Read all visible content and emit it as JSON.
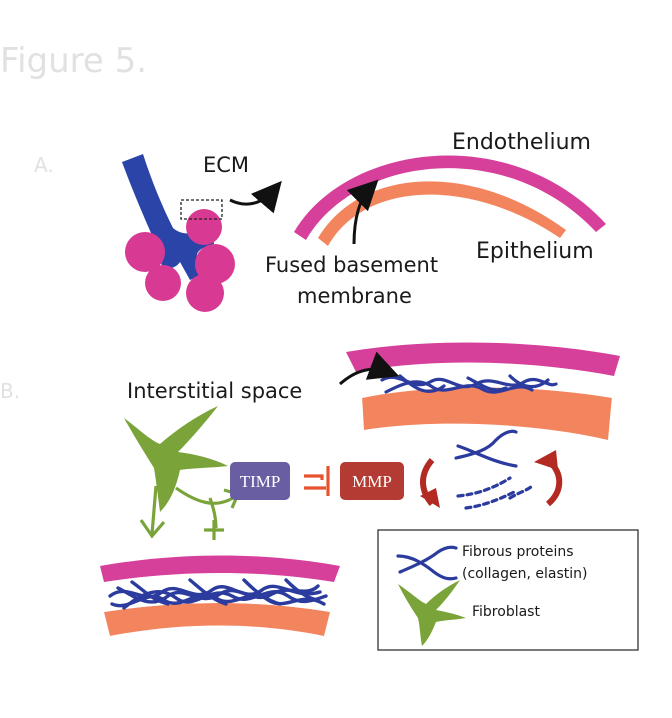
{
  "colors": {
    "endothelium": "#d63f9a",
    "epithelium": "#f3855e",
    "fibrous_protein": "#2b3b9e",
    "fibroblast": "#7aa43a",
    "airway": "#2b44a8",
    "alveoli": "#d83a93",
    "timp_box": "#6a5ea3",
    "mmp_box": "#b33b33",
    "inhibit": "#e8522e",
    "cycle_arrow": "#b22a22"
  },
  "faded_labels": {
    "figure": "Figure 5.",
    "panel_a": "A.",
    "panel_b": "B."
  },
  "panel_a": {
    "ecm_label": "ECM",
    "endothelium_label": "Endothelium",
    "epithelium_label": "Epithelium",
    "membrane_label_line1": "Fused basement",
    "membrane_label_line2": "membrane"
  },
  "panel_b": {
    "interstitial_label": "Interstitial space",
    "timp_label": "TIMP",
    "mmp_label": "MMP"
  },
  "legend": {
    "fibrous_line1": "Fibrous proteins",
    "fibrous_line2": "(collagen, elastin)",
    "fibroblast_label": "Fibroblast"
  }
}
